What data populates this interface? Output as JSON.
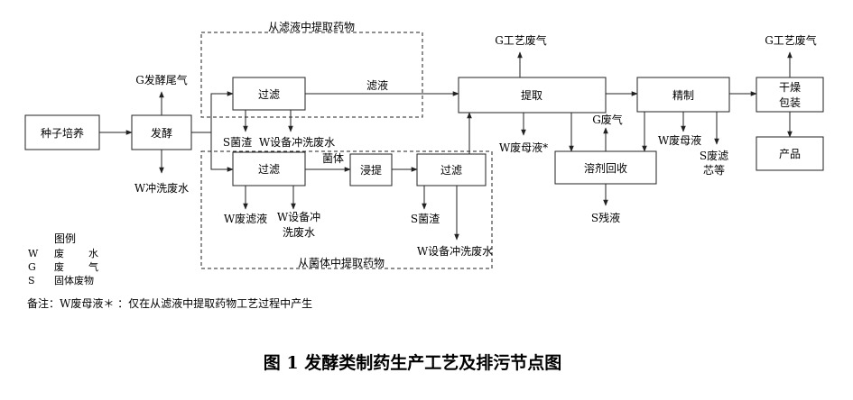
{
  "nodes": {
    "seed": "种子培养",
    "ferment": "发酵",
    "filter1": "过滤",
    "filter2": "过滤",
    "leach": "浸提",
    "filter3": "过滤",
    "extract": "提取",
    "solvent": "溶剂回收",
    "refine": "精制",
    "dry1": "干燥",
    "dry2": "包装",
    "product": "产品"
  },
  "groups": {
    "top": "从滤液中提取药物",
    "bottom": "从菌体中提取药物"
  },
  "flows": {
    "filtrate": "滤液",
    "mycelium": "菌体"
  },
  "emissions": {
    "g_ferment": "G发酵尾气",
    "w_ferment": "W冲洗废水",
    "s_residue1": "S菌渣",
    "w_equip1": "W设备冲洗废水",
    "w_filtrate": "W废滤液",
    "w_equip2_l1": "W设备冲",
    "w_equip2_l2": "洗废水",
    "s_residue2": "S菌渣",
    "w_equip3": "W设备冲洗废水",
    "g_extract": "G工艺废气",
    "w_mother1": "W废母液*",
    "g_solvent": "G废气",
    "s_solvent": "S残液",
    "w_mother2": "W废母液",
    "s_refine_l1": "S废滤",
    "s_refine_l2": "芯等",
    "g_dry": "G工艺废气"
  },
  "legend": {
    "title": "图例",
    "items": [
      {
        "code": "W",
        "name": "废",
        "name2": "水"
      },
      {
        "code": "G",
        "name": "废",
        "name2": "气"
      },
      {
        "code": "S",
        "name": "固体废物",
        "name2": ""
      }
    ]
  },
  "note": "备注：W废母液＊ ：仅在从滤液中提取药物工艺过程中产生",
  "caption": "图 1  发酵类制药生产工艺及排污节点图"
}
